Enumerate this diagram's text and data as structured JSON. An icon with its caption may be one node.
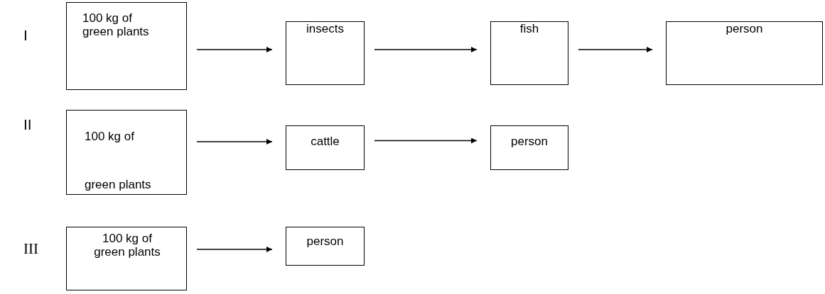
{
  "diagram": {
    "nodes": [
      {
        "text": [
          "100 kg of green plants"
        ]
      },
      {
        "text": [
          "insects"
        ]
      },
      {
        "text": [
          "fish"
        ]
      },
      {
        "text": [
          "person"
        ]
      },
      {
        "text": [
          "100 kg of green plants"
        ]
      },
      {
        "text": [
          "cattle"
        ]
      },
      {
        "text": [
          "person"
        ]
      },
      {
        "text": [
          "100 kg of green plants"
        ]
      },
      {
        "text": [
          "person"
        ]
      }
    ],
    "edges": [
      {
        "from": 0,
        "to": 1,
        "arrow": "to"
      },
      {
        "from": 1,
        "to": 2,
        "arrow": "to"
      },
      {
        "from": 2,
        "to": 3,
        "arrow": "to"
      },
      {
        "from": 4,
        "to": 5,
        "arrow": "to"
      },
      {
        "from": 5,
        "to": 6,
        "arrow": "to"
      },
      {
        "from": 7,
        "to": 8,
        "arrow": "to"
      }
    ],
    "labels": [
      "I",
      "II",
      "III"
    ]
  }
}
